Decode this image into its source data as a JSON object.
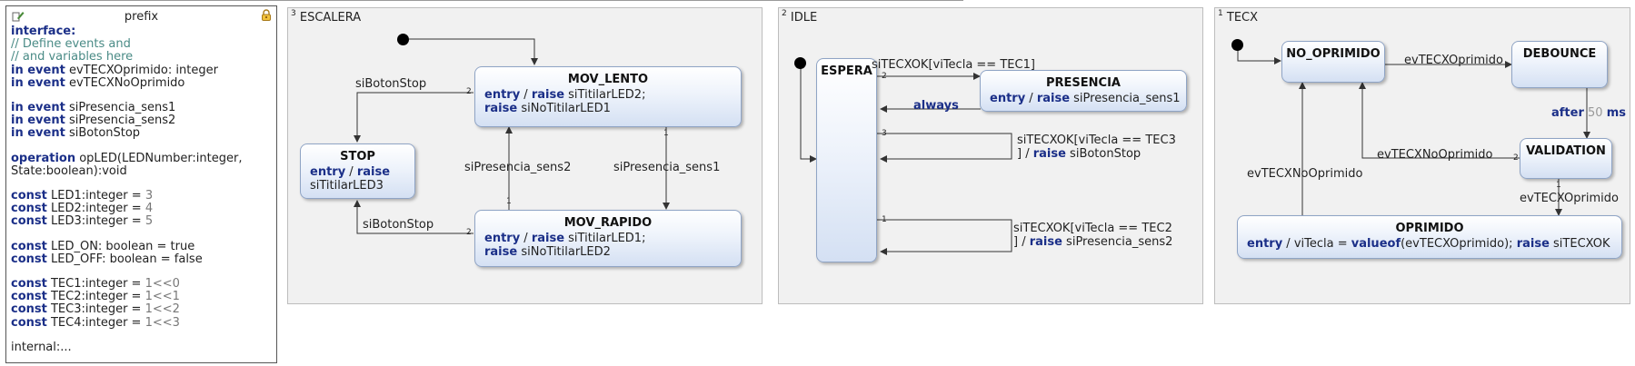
{
  "definition": {
    "title": "prefix",
    "lines": [
      {
        "parts": [
          {
            "t": "interface:",
            "c": "kw"
          }
        ]
      },
      {
        "parts": [
          {
            "t": "// Define events and",
            "c": "cm"
          }
        ]
      },
      {
        "parts": [
          {
            "t": "// and variables here",
            "c": "cm"
          }
        ]
      },
      {
        "parts": [
          {
            "t": "in event",
            "c": "kw"
          },
          {
            "t": " evTECXOprimido: integer",
            "c": ""
          }
        ]
      },
      {
        "parts": [
          {
            "t": "in event",
            "c": "kw"
          },
          {
            "t": " evTECXNoOprimido",
            "c": ""
          }
        ]
      },
      {
        "gap": true
      },
      {
        "parts": [
          {
            "t": "in event",
            "c": "kw"
          },
          {
            "t": " siPresencia_sens1",
            "c": ""
          }
        ]
      },
      {
        "parts": [
          {
            "t": "in event",
            "c": "kw"
          },
          {
            "t": " siPresencia_sens2",
            "c": ""
          }
        ]
      },
      {
        "parts": [
          {
            "t": "in event",
            "c": "kw"
          },
          {
            "t": " siBotonStop",
            "c": ""
          }
        ]
      },
      {
        "gap": true
      },
      {
        "parts": [
          {
            "t": "operation",
            "c": "kw"
          },
          {
            "t": " opLED(LEDNumber:integer,",
            "c": ""
          }
        ]
      },
      {
        "parts": [
          {
            "t": "State:boolean):void",
            "c": ""
          }
        ]
      },
      {
        "gap": true
      },
      {
        "parts": [
          {
            "t": "const",
            "c": "kw"
          },
          {
            "t": " LED1:integer = ",
            "c": ""
          },
          {
            "t": "3",
            "c": "num"
          }
        ]
      },
      {
        "parts": [
          {
            "t": "const",
            "c": "kw"
          },
          {
            "t": " LED2:integer = ",
            "c": ""
          },
          {
            "t": "4",
            "c": "num"
          }
        ]
      },
      {
        "parts": [
          {
            "t": "const",
            "c": "kw"
          },
          {
            "t": " LED3:integer = ",
            "c": ""
          },
          {
            "t": "5",
            "c": "num"
          }
        ]
      },
      {
        "gap": true
      },
      {
        "parts": [
          {
            "t": "const",
            "c": "kw"
          },
          {
            "t": " LED_ON: boolean = true",
            "c": ""
          }
        ]
      },
      {
        "parts": [
          {
            "t": "const",
            "c": "kw"
          },
          {
            "t": " LED_OFF: boolean = false",
            "c": ""
          }
        ]
      },
      {
        "gap": true
      },
      {
        "parts": [
          {
            "t": "const",
            "c": "kw"
          },
          {
            "t": " TEC1:integer = ",
            "c": ""
          },
          {
            "t": "1<<0",
            "c": "num"
          }
        ]
      },
      {
        "parts": [
          {
            "t": "const",
            "c": "kw"
          },
          {
            "t": " TEC2:integer = ",
            "c": ""
          },
          {
            "t": "1<<1",
            "c": "num"
          }
        ]
      },
      {
        "parts": [
          {
            "t": "const",
            "c": "kw"
          },
          {
            "t": " TEC3:integer = ",
            "c": ""
          },
          {
            "t": "1<<2",
            "c": "num"
          }
        ]
      },
      {
        "parts": [
          {
            "t": "const",
            "c": "kw"
          },
          {
            "t": " TEC4:integer = ",
            "c": ""
          },
          {
            "t": "1<<3",
            "c": "num"
          }
        ]
      },
      {
        "gap": true
      },
      {
        "parts": [
          {
            "t": "internal:...",
            "c": ""
          }
        ]
      }
    ]
  },
  "regions": {
    "escalera": {
      "num": "3",
      "name": "ESCALERA"
    },
    "idle": {
      "num": "2",
      "name": "IDLE"
    },
    "tecx": {
      "num": "1",
      "name": "TECX"
    }
  },
  "states": {
    "mov_lento": {
      "name": "MOV_LENTO",
      "body": [
        [
          {
            "t": "entry",
            "k": 1
          },
          {
            "t": " / "
          },
          {
            "t": "raise",
            "k": 1
          },
          {
            "t": " siTitilarLED2;"
          }
        ],
        [
          {
            "t": "raise",
            "k": 1
          },
          {
            "t": " siNoTitilarLED1"
          }
        ]
      ]
    },
    "stop": {
      "name": "STOP",
      "body": [
        [
          {
            "t": "entry",
            "k": 1
          },
          {
            "t": " / "
          },
          {
            "t": "raise",
            "k": 1
          }
        ],
        [
          {
            "t": "siTitilarLED3"
          }
        ]
      ]
    },
    "mov_rapido": {
      "name": "MOV_RAPIDO",
      "body": [
        [
          {
            "t": "entry",
            "k": 1
          },
          {
            "t": " / "
          },
          {
            "t": "raise",
            "k": 1
          },
          {
            "t": " siTitilarLED1;"
          }
        ],
        [
          {
            "t": "raise",
            "k": 1
          },
          {
            "t": " siNoTitilarLED2"
          }
        ]
      ]
    },
    "espera": {
      "name": "ESPERA",
      "body": []
    },
    "presencia": {
      "name": "PRESENCIA",
      "body": [
        [
          {
            "t": "entry",
            "k": 1
          },
          {
            "t": " / "
          },
          {
            "t": "raise",
            "k": 1
          },
          {
            "t": " siPresencia_sens1"
          }
        ]
      ]
    },
    "no_oprimido": {
      "name": "NO_OPRIMIDO",
      "body": []
    },
    "debounce": {
      "name": "DEBOUNCE",
      "body": []
    },
    "validation": {
      "name": "VALIDATION",
      "body": []
    },
    "oprimido": {
      "name": "OPRIMIDO",
      "body": [
        [
          {
            "t": "entry",
            "k": 1
          },
          {
            "t": " / viTecla = "
          },
          {
            "t": "valueof",
            "k": 1
          },
          {
            "t": "(evTECXOprimido); "
          },
          {
            "t": "raise",
            "k": 1
          },
          {
            "t": " siTECXOK"
          }
        ]
      ]
    }
  },
  "transitions": {
    "esc_stop": [
      [
        {
          "t": "siBotonStop"
        }
      ]
    ],
    "esc_sens2": [
      [
        {
          "t": "siPresencia_sens2"
        }
      ]
    ],
    "esc_sens1": [
      [
        {
          "t": "siPresencia_sens1"
        }
      ]
    ],
    "esc_stop2": [
      [
        {
          "t": "siBotonStop"
        }
      ]
    ],
    "idle_tec1": [
      [
        {
          "t": "siTECXOK[viTecla == TEC1]"
        }
      ]
    ],
    "idle_always": [
      [
        {
          "t": "always",
          "k": 1
        }
      ]
    ],
    "idle_tec3": [
      [
        {
          "t": "siTECXOK[viTecla == TEC3"
        }
      ],
      [
        {
          "t": "] / "
        },
        {
          "t": "raise",
          "k": 1
        },
        {
          "t": " siBotonStop"
        }
      ]
    ],
    "idle_tec2": [
      [
        {
          "t": "siTECXOK[viTecla == TEC2"
        }
      ],
      [
        {
          "t": "] / "
        },
        {
          "t": "raise",
          "k": 1
        },
        {
          "t": " siPresencia_sens2"
        }
      ]
    ],
    "tecx_op": [
      [
        {
          "t": "evTECXOprimido"
        }
      ]
    ],
    "tecx_after": [
      [
        {
          "t": "after",
          "k": 1
        },
        {
          "t": " "
        },
        {
          "t": "50",
          "g": 1
        },
        {
          "t": " "
        },
        {
          "t": "ms",
          "k": 1
        }
      ]
    ],
    "tecx_noop_val": [
      [
        {
          "t": "evTECXNoOprimido"
        }
      ]
    ],
    "tecx_noop_op": [
      [
        {
          "t": "evTECXNoOprimido"
        }
      ]
    ],
    "tecx_op_val": [
      [
        {
          "t": "evTECXOprimido"
        }
      ]
    ]
  },
  "priorities": {
    "p_ml_l": "2",
    "p_ml_b": "1",
    "p_mr_t": "1",
    "p_mr_l": "2",
    "p_e1": "2",
    "p_e3": "3",
    "p_e2": "1",
    "p_val": "2",
    "p_val_b": "1"
  }
}
